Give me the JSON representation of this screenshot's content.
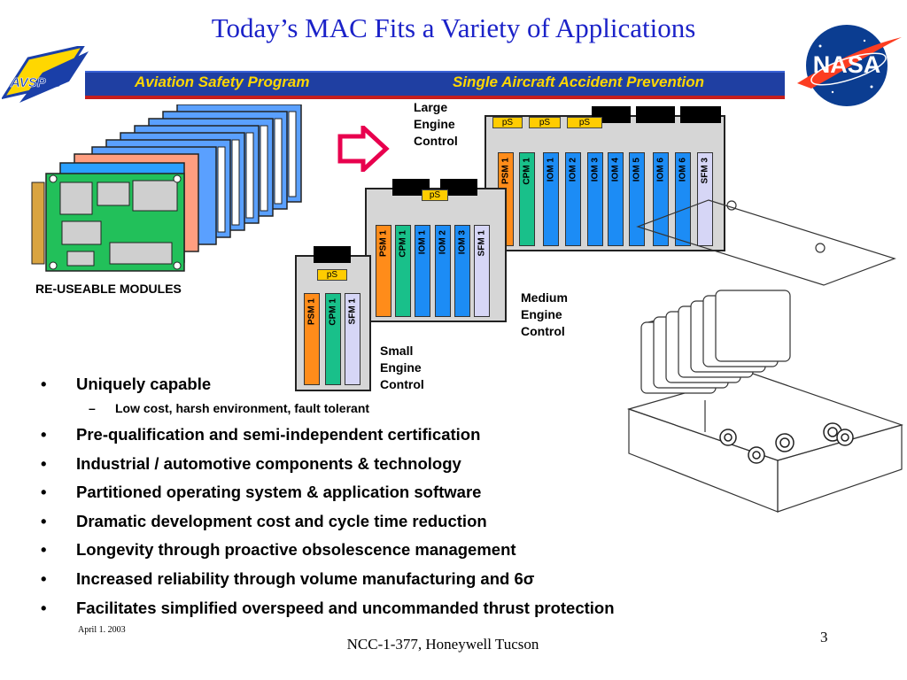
{
  "slide": {
    "title": "Today’s MAC Fits a Variety of Applications",
    "banner_left": "Aviation Safety Program",
    "banner_right": "Single Aircraft Accident Prevention",
    "logo_left_text": "AVSP",
    "logo_right_text": "NASA"
  },
  "figure": {
    "modules_label": "RE-USEABLE MODULES",
    "small": {
      "label": [
        "Small",
        "Engine",
        "Control"
      ],
      "ps": [
        "pS"
      ],
      "slots": [
        "PSM 1",
        "CPM 1",
        "SFM 1"
      ]
    },
    "medium": {
      "label": [
        "Medium",
        "Engine",
        "Control"
      ],
      "ps": [
        "pS"
      ],
      "slots": [
        "PSM 1",
        "CPM 1",
        "IOM 1",
        "IOM 2",
        "IOM 3",
        "SFM 1"
      ]
    },
    "large": {
      "label": [
        "Large",
        "Engine",
        "Control"
      ],
      "ps": [
        "pS",
        "pS",
        "pS"
      ],
      "slots": [
        "PSM 1",
        "CPM 1",
        "IOM 1",
        "IOM 2",
        "IOM 3",
        "IOM 4",
        "IOM 5",
        "IOM 6",
        "IOM 6",
        "SFM 3"
      ]
    },
    "colors": {
      "psm": "#ff8c1a",
      "cpm": "#19c08a",
      "iom": "#1c8cf5",
      "sfm": "#d6d6f6",
      "ps": "#ffcc00",
      "housing": "#d6d6d6",
      "arrow": "#e8004e"
    }
  },
  "bullets": [
    "Uniquely capable",
    "Pre-qualification and semi-independent certification",
    "Industrial / automotive components & technology",
    "Partitioned operating system & application software",
    "Dramatic development cost and cycle time reduction",
    "Longevity through proactive obsolescence management",
    "Increased reliability through volume manufacturing and 6σ",
    "Facilitates simplified overspeed and uncommanded thrust protection"
  ],
  "sub_bullet": "Low cost, harsh environment, fault tolerant",
  "bullet_char": "•",
  "dash_char": "–",
  "footer": {
    "date": "April 1. 2003",
    "center": "NCC-1-377, Honeywell Tucson",
    "page": "3"
  }
}
